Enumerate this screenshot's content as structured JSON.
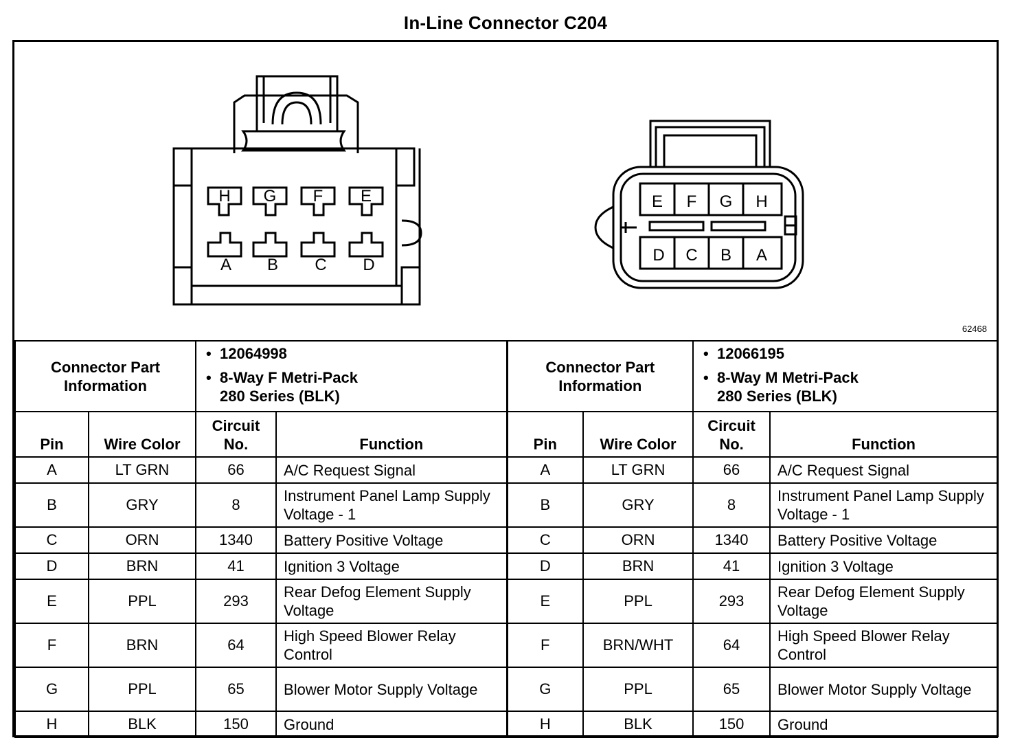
{
  "title": "In-Line Connector C204",
  "figure_number": "62468",
  "left_connector": {
    "pins_top": [
      "H",
      "G",
      "F",
      "E"
    ],
    "pins_bottom": [
      "A",
      "B",
      "C",
      "D"
    ]
  },
  "right_connector": {
    "pins_top": [
      "E",
      "F",
      "G",
      "H"
    ],
    "pins_bottom": [
      "D",
      "C",
      "B",
      "A"
    ]
  },
  "table": {
    "info_label": "Connector Part Information",
    "left_info": {
      "part_number": "12064998",
      "type_line1": "8-Way F Metri-Pack",
      "type_line2": "280 Series (BLK)"
    },
    "right_info": {
      "part_number": "12066195",
      "type_line1": "8-Way M Metri-Pack",
      "type_line2": "280 Series (BLK)"
    },
    "headers": {
      "pin": "Pin",
      "wire_color_left": "Wire Color",
      "wire_color_right": "Wire Color",
      "circuit_no": "Circuit No.",
      "function": "Function"
    },
    "rows": [
      {
        "pin": "A",
        "l_color": "LT GRN",
        "l_circuit": "66",
        "l_function": "A/C Request Signal",
        "r_color": "LT GRN",
        "r_circuit": "66",
        "r_function": "A/C Request Signal"
      },
      {
        "pin": "B",
        "l_color": "GRY",
        "l_circuit": "8",
        "l_function": "Instrument Panel Lamp Supply Voltage - 1",
        "r_color": "GRY",
        "r_circuit": "8",
        "r_function": "Instrument Panel Lamp Supply Voltage - 1"
      },
      {
        "pin": "C",
        "l_color": "ORN",
        "l_circuit": "1340",
        "l_function": "Battery Positive Voltage",
        "r_color": "ORN",
        "r_circuit": "1340",
        "r_function": "Battery Positive Voltage"
      },
      {
        "pin": "D",
        "l_color": "BRN",
        "l_circuit": "41",
        "l_function": "Ignition 3 Voltage",
        "r_color": "BRN",
        "r_circuit": "41",
        "r_function": "Ignition 3 Voltage"
      },
      {
        "pin": "E",
        "l_color": "PPL",
        "l_circuit": "293",
        "l_function": "Rear Defog Element Supply Voltage",
        "r_color": "PPL",
        "r_circuit": "293",
        "r_function": "Rear Defog Element Supply Voltage"
      },
      {
        "pin": "F",
        "l_color": "BRN",
        "l_circuit": "64",
        "l_function": "High Speed Blower Relay Control",
        "r_color": "BRN/WHT",
        "r_circuit": "64",
        "r_function": "High Speed Blower Relay Control"
      },
      {
        "pin": "G",
        "l_color": "PPL",
        "l_circuit": "65",
        "l_function": "Blower Motor Supply Voltage",
        "r_color": "PPL",
        "r_circuit": "65",
        "r_function": "Blower Motor Supply Voltage"
      },
      {
        "pin": "H",
        "l_color": "BLK",
        "l_circuit": "150",
        "l_function": "Ground",
        "r_color": "BLK",
        "r_circuit": "150",
        "r_function": "Ground"
      }
    ]
  }
}
